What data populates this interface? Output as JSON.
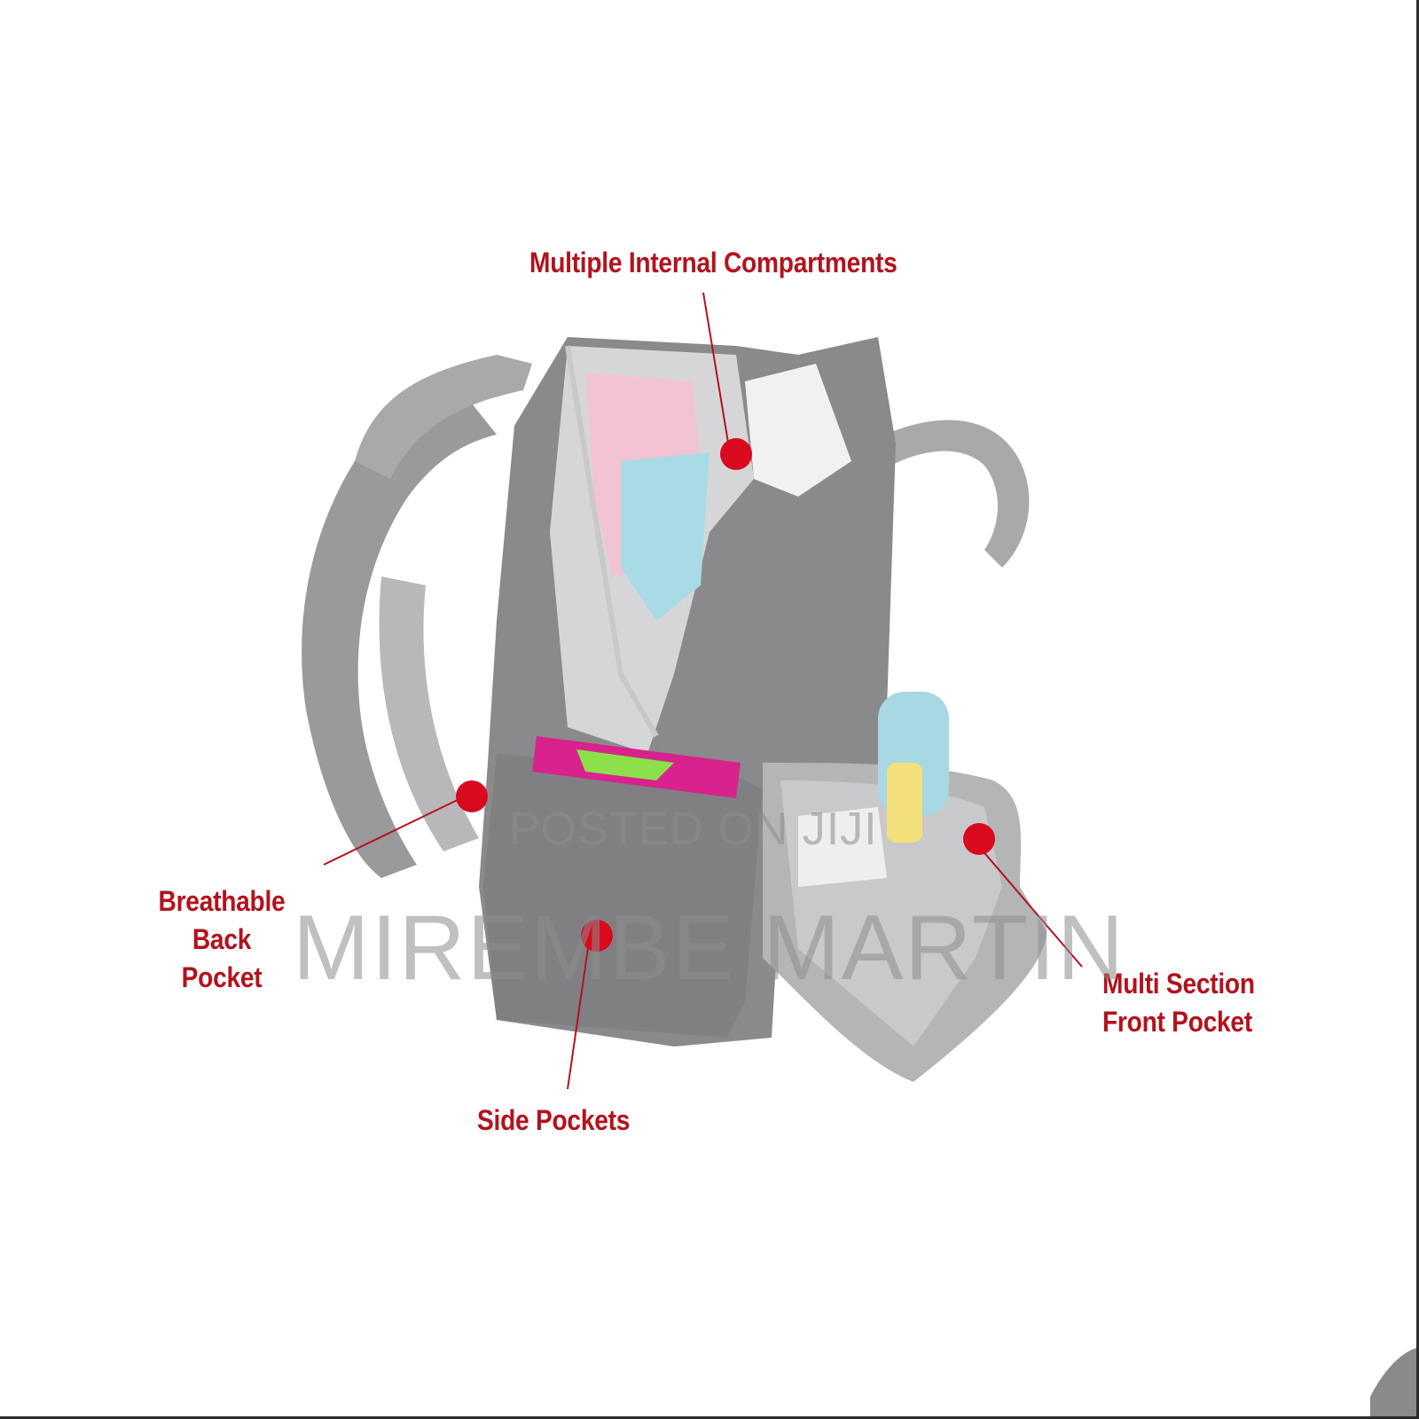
{
  "callouts": {
    "internal": "Multiple Internal Compartments",
    "back_line1": "Breathable",
    "back_line2": "Back",
    "back_line3": "Pocket",
    "side": "Side Pockets",
    "front_line1": "Multi Section",
    "front_line2": "Front Pocket"
  },
  "watermark": {
    "line1": "POSTED ON JIJI",
    "line2": "MIREMBE MARTIN"
  },
  "colors": {
    "callout_red": "#b3121d",
    "dot_red": "#d9091e",
    "bag_gray": "#8a8a8c"
  }
}
